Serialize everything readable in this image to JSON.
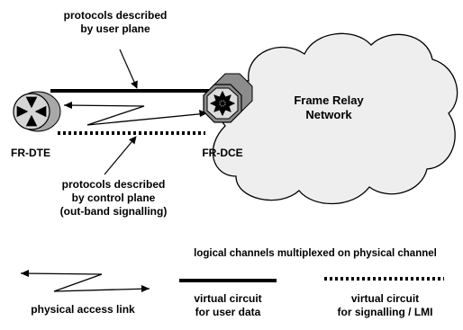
{
  "labels": {
    "user_plane": [
      "protocols described",
      "by user plane"
    ],
    "control_plane": [
      "protocols described",
      "by control plane",
      "(out-band signalling)"
    ],
    "fr_dte": "FR-DTE",
    "fr_dce": "FR-DCE",
    "network": [
      "Frame Relay",
      "Network"
    ]
  },
  "legend": {
    "title": "logical channels multiplexed on physical channel",
    "access_link": "physical access link",
    "user_vc": [
      "virtual circuit",
      "for user data"
    ],
    "signalling_vc": [
      "virtual circuit",
      "for signalling / LMI"
    ]
  },
  "colors": {
    "line": "#000000",
    "cloud_fill": "#eeeeee",
    "dte_body": "#a8a8a8",
    "dte_face": "#d6d6d6",
    "dce_body": "#8c8c8c",
    "dce_face": "#dcdcdc"
  }
}
